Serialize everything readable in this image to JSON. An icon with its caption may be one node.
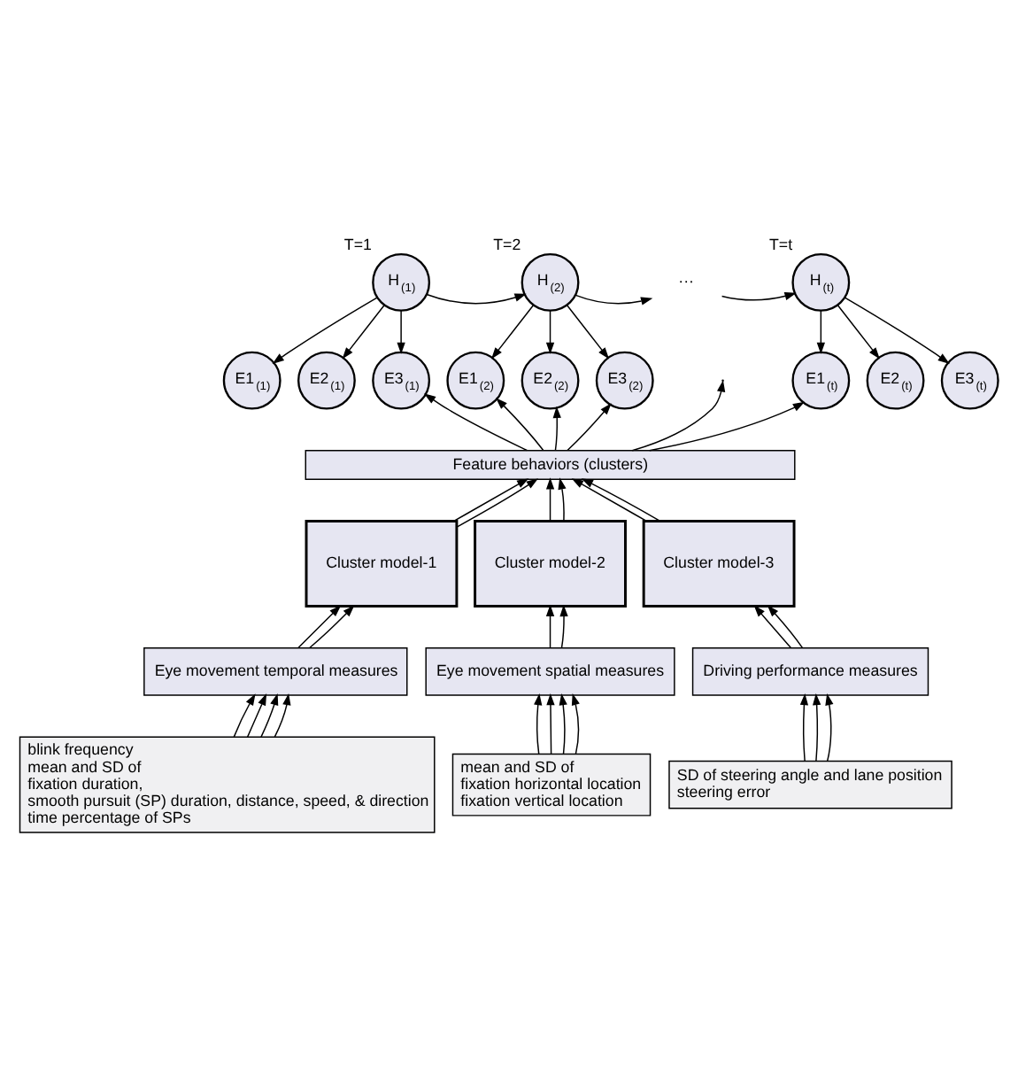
{
  "diagram": {
    "nodes": [
      {
        "text": [
          "H$_{(1)}$"
        ],
        "beside": [
          "T=1"
        ]
      },
      {
        "text": [
          "E1$_{(1)}$"
        ]
      },
      {
        "text": [
          "E2$_{(1)}$"
        ]
      },
      {
        "text": [
          "E3$_{(1)}$"
        ]
      },
      {
        "text": [
          "H$_{(2)}$"
        ],
        "beside": [
          "T=2"
        ]
      },
      {
        "text": [
          "E1$_{(2)}$"
        ]
      },
      {
        "text": [
          "E2$_{(2)}$"
        ]
      },
      {
        "text": [
          "E3$_{(2)}$"
        ]
      },
      {
        "text": [
          "···"
        ]
      },
      {
        "text": [
          "H$_{(t)}$"
        ],
        "beside": [
          "T=t"
        ]
      },
      {
        "text": [
          "E1$_{(t)}$"
        ]
      },
      {
        "text": [
          "E2$_{(t)}$"
        ]
      },
      {
        "text": [
          "E3$_{(t)}$"
        ]
      },
      {
        "text": [
          "Feature behaviors (clusters)"
        ]
      },
      {
        "text": [
          "Cluster model-1"
        ]
      },
      {
        "text": [
          "Cluster model-2"
        ]
      },
      {
        "text": [
          "Cluster model-3"
        ]
      },
      {
        "text": [
          "Eye movement temporal measures"
        ]
      },
      {
        "text": [
          "Eye movement spatial measures"
        ]
      },
      {
        "text": [
          "Driving performance measures"
        ]
      },
      {
        "text": [
          "blink frequency",
          "mean and SD of",
          "fixation duration,",
          "smooth pursuit (SP) duration, distance, speed, & direction",
          "time percentage of SPs"
        ]
      },
      {
        "text": [
          "mean and SD of",
          "fixation horizontal location",
          "fixation vertical location"
        ]
      },
      {
        "text": [
          "SD of steering angle and lane position",
          "steering error"
        ]
      }
    ],
    "edges": [
      {
        "from": 0,
        "to": 1,
        "arrow": "to"
      },
      {
        "from": 0,
        "to": 2,
        "arrow": "to"
      },
      {
        "from": 0,
        "to": 3,
        "arrow": "to"
      },
      {
        "from": 0,
        "to": 4,
        "arrow": "to"
      },
      {
        "from": 4,
        "to": 5,
        "arrow": "to"
      },
      {
        "from": 4,
        "to": 6,
        "arrow": "to"
      },
      {
        "from": 4,
        "to": 7,
        "arrow": "to"
      },
      {
        "from": 4,
        "to": 8,
        "arrow": "to"
      },
      {
        "from": 8,
        "to": 9,
        "arrow": "to"
      },
      {
        "from": 9,
        "to": 10,
        "arrow": "to"
      },
      {
        "from": 9,
        "to": 11,
        "arrow": "to"
      },
      {
        "from": 9,
        "to": 12,
        "arrow": "to"
      },
      {
        "from": 13,
        "to": 3,
        "arrow": "to"
      },
      {
        "from": 13,
        "to": 5,
        "arrow": "to"
      },
      {
        "from": 13,
        "to": 6,
        "arrow": "to"
      },
      {
        "from": 13,
        "to": 7,
        "arrow": "to"
      },
      {
        "from": 13,
        "to": null,
        "arrow": "to"
      },
      {
        "from": 13,
        "to": 10,
        "arrow": "to"
      },
      {
        "from": 14,
        "to": 13,
        "arrow": "to"
      },
      {
        "from": 14,
        "to": 13,
        "arrow": "to"
      },
      {
        "from": 15,
        "to": 13,
        "arrow": "to"
      },
      {
        "from": 15,
        "to": 13,
        "arrow": "to"
      },
      {
        "from": 16,
        "to": 13,
        "arrow": "to"
      },
      {
        "from": 16,
        "to": 13,
        "arrow": "to"
      },
      {
        "from": 17,
        "to": 14,
        "arrow": "to"
      },
      {
        "from": 17,
        "to": 14,
        "arrow": "to"
      },
      {
        "from": 18,
        "to": 15,
        "arrow": "to"
      },
      {
        "from": 18,
        "to": 15,
        "arrow": "to"
      },
      {
        "from": 19,
        "to": 16,
        "arrow": "to"
      },
      {
        "from": 19,
        "to": 16,
        "arrow": "to"
      },
      {
        "from": 20,
        "to": 17,
        "arrow": "to"
      },
      {
        "from": 20,
        "to": 17,
        "arrow": "to"
      },
      {
        "from": 20,
        "to": 17,
        "arrow": "to"
      },
      {
        "from": 20,
        "to": 17,
        "arrow": "to"
      },
      {
        "from": 21,
        "to": 18,
        "arrow": "to"
      },
      {
        "from": 21,
        "to": 18,
        "arrow": "to"
      },
      {
        "from": 21,
        "to": 18,
        "arrow": "to"
      },
      {
        "from": 21,
        "to": 18,
        "arrow": "to"
      },
      {
        "from": 22,
        "to": 19,
        "arrow": "to"
      },
      {
        "from": 22,
        "to": 19,
        "arrow": "to"
      },
      {
        "from": 22,
        "to": 19,
        "arrow": "to"
      }
    ]
  }
}
